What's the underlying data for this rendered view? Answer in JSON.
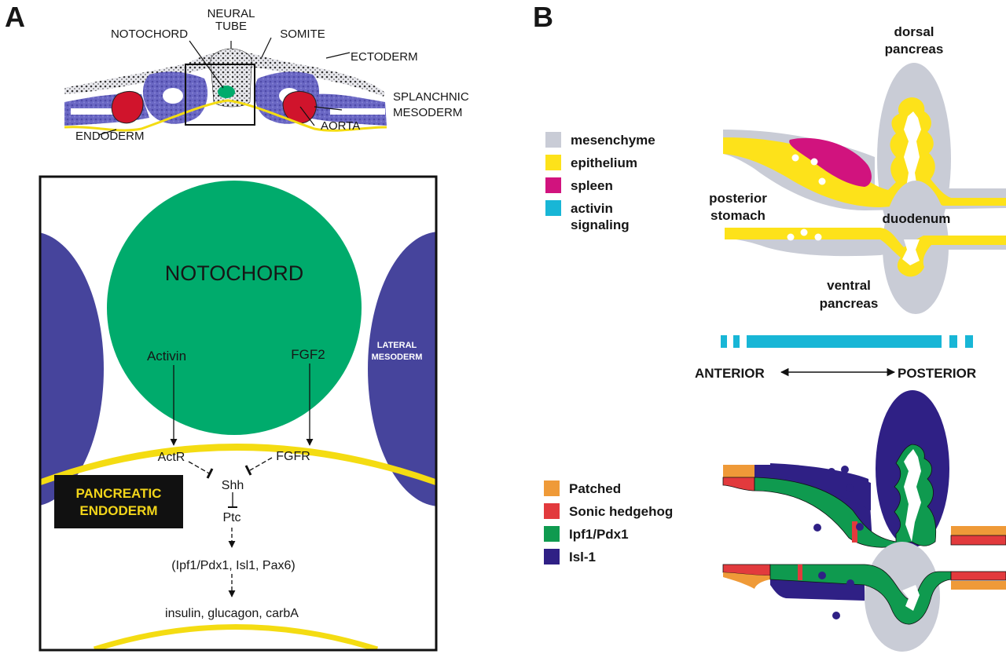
{
  "panels": {
    "a": {
      "letter": "A",
      "cross_section": {
        "labels": {
          "neural_tube_1": "NEURAL",
          "neural_tube_2": "TUBE",
          "notochord": "NOTOCHORD",
          "somite": "SOMITE",
          "ectoderm": "ECTODERM",
          "splanchnic_1": "SPLANCHNIC",
          "splanchnic_2": "MESODERM",
          "endoderm": "ENDODERM",
          "aorta": "AORTA"
        }
      },
      "inset": {
        "notochord": "NOTOCHORD",
        "lateral_1": "LATERAL",
        "lateral_2": "MESODERM",
        "activin": "Activin",
        "fgf2": "FGF2",
        "actr": "ActR",
        "fgfr": "FGFR",
        "shh": "Shh",
        "ptc": "Ptc",
        "genes": "(Ipf1/Pdx1, Isl1, Pax6)",
        "products": "insulin, glucagon, carbA",
        "pancreatic_1": "PANCREATIC",
        "pancreatic_2": "ENDODERM"
      }
    },
    "b": {
      "letter": "B",
      "legend_top": [
        {
          "label": "mesenchyme",
          "color": "#c9ccd6"
        },
        {
          "label": "epithelium",
          "color": "#fde21a"
        },
        {
          "label": "spleen",
          "color": "#d1137e"
        },
        {
          "label": "activin",
          "label2": "signaling",
          "color": "#18b6d6"
        }
      ],
      "legend_bottom": [
        {
          "label": "Patched",
          "color": "#ef9a38"
        },
        {
          "label": "Sonic hedgehog",
          "color": "#e23a3d"
        },
        {
          "label": "Ipf1/Pdx1",
          "color": "#0f9a4f"
        },
        {
          "label": "Isl-1",
          "color": "#2f2085"
        }
      ],
      "gut_labels": {
        "dorsal_1": "dorsal",
        "dorsal_2": "pancreas",
        "posterior_1": "posterior",
        "posterior_2": "stomach",
        "duodenum": "duodenum",
        "ventral_1": "ventral",
        "ventral_2": "pancreas"
      },
      "axis": {
        "anterior": "ANTERIOR",
        "posterior": "POSTERIOR"
      }
    }
  },
  "colors": {
    "notochord": "#00ab6c",
    "lateral_mesoderm": "#46449c",
    "somite": "#6f6cc6",
    "aorta": "#d0142c",
    "endoderm_yellow": "#f4dc12",
    "label_box": "#111111",
    "label_box_text": "#f2d51a"
  }
}
